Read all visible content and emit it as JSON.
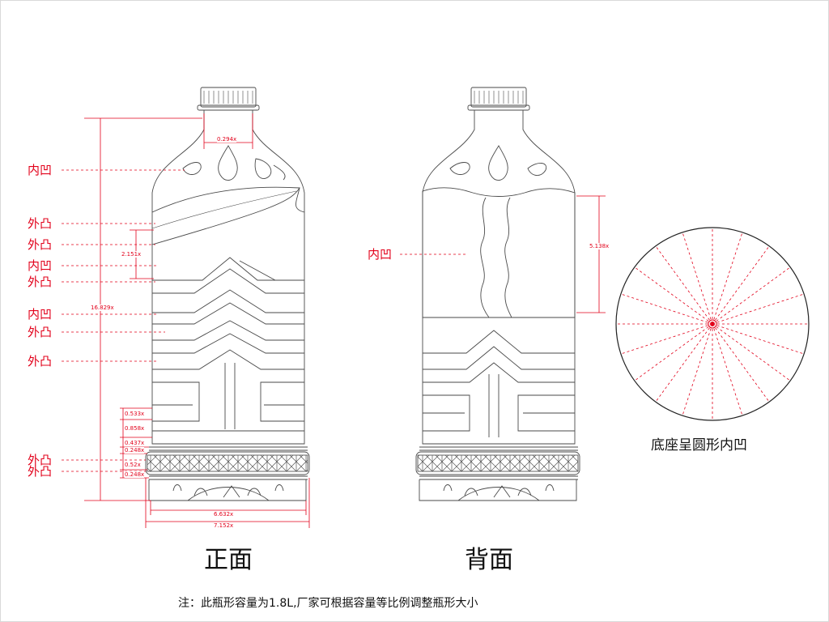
{
  "front": {
    "title": "正面",
    "labels": [
      {
        "text": "内凹"
      },
      {
        "text": "外凸"
      },
      {
        "text": "外凸"
      },
      {
        "text": "内凹"
      },
      {
        "text": "外凸"
      },
      {
        "text": "内凹"
      },
      {
        "text": "外凸"
      },
      {
        "text": "外凸"
      },
      {
        "text": "外凸"
      },
      {
        "text": "外凸"
      }
    ],
    "dimensions": {
      "neck_width": "0.294x",
      "height_total": "16.829x",
      "leaf_height": "2.151x",
      "d1": "0.533x",
      "d2": "0.858x",
      "d3": "0.437x",
      "d4": "0.248x",
      "d5": "0.52x",
      "d6": "0.248x",
      "width_body": "6.632x",
      "width_total": "7.152x"
    }
  },
  "back": {
    "title": "背面",
    "label": "内凹",
    "dimension": "5.138x"
  },
  "base": {
    "caption": "底座呈圆形内凹"
  },
  "note": "注：此瓶形容量为1.8L,厂家可根据容量等比例调整瓶形大小",
  "colors": {
    "annotation": "#e2001a",
    "outline": "#4a4a4a"
  }
}
